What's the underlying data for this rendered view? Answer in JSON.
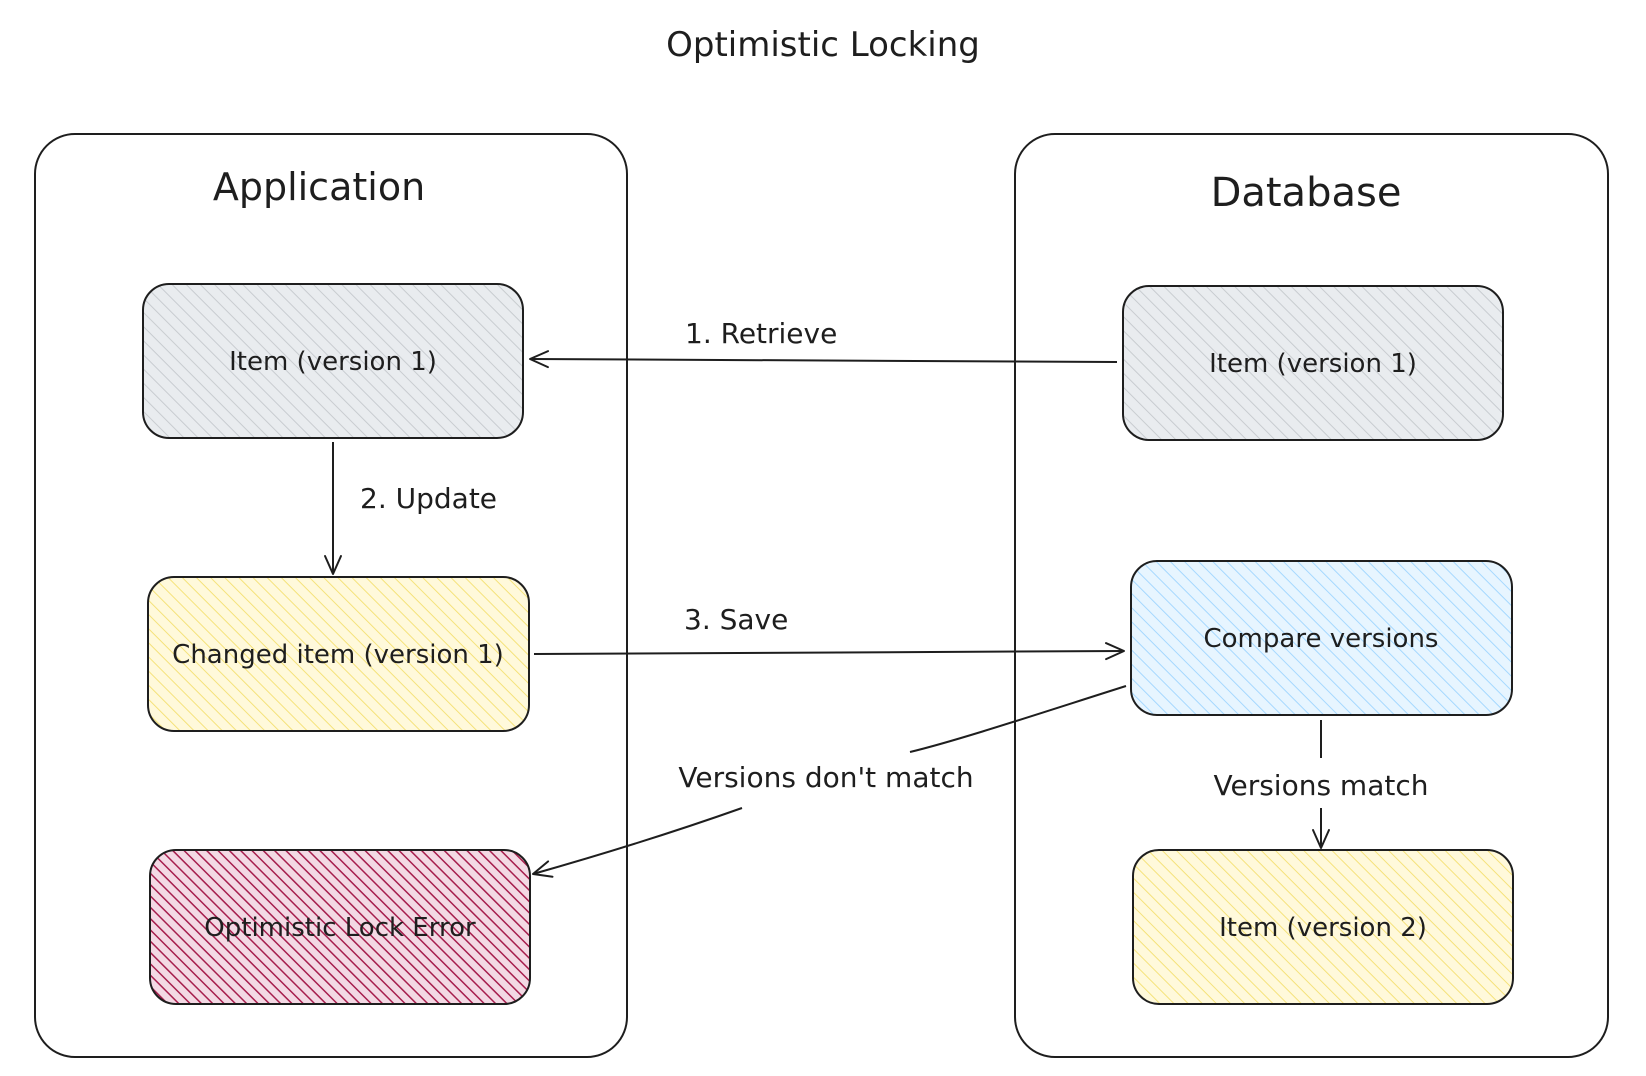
{
  "title": "Optimistic Locking",
  "colors": {
    "stroke": "#1e1e1e",
    "grey_fill": "#e9ecef",
    "grey_hatch": "#c8ccd0",
    "yellow_fill": "#fff9db",
    "yellow_hatch": "#f5e27a",
    "blue_fill": "#e7f5ff",
    "blue_hatch": "#a5d8ff",
    "red_fill": "#f3d9e4",
    "red_hatch": "#a61e4d"
  },
  "containers": {
    "application": {
      "label": "Application"
    },
    "database": {
      "label": "Database"
    }
  },
  "nodes": {
    "app_item": {
      "label": "Item (version 1)"
    },
    "app_changed": {
      "label": "Changed item (version 1)"
    },
    "app_error": {
      "label": "Optimistic Lock Error"
    },
    "db_item": {
      "label": "Item (version 1)"
    },
    "db_compare": {
      "label": "Compare versions"
    },
    "db_item2": {
      "label": "Item (version 2)"
    }
  },
  "edges": {
    "retrieve": {
      "label": "1. Retrieve"
    },
    "update": {
      "label": "2. Update"
    },
    "save": {
      "label": "3. Save"
    },
    "mismatch": {
      "label": "Versions don't match"
    },
    "match": {
      "label": "Versions match"
    }
  }
}
